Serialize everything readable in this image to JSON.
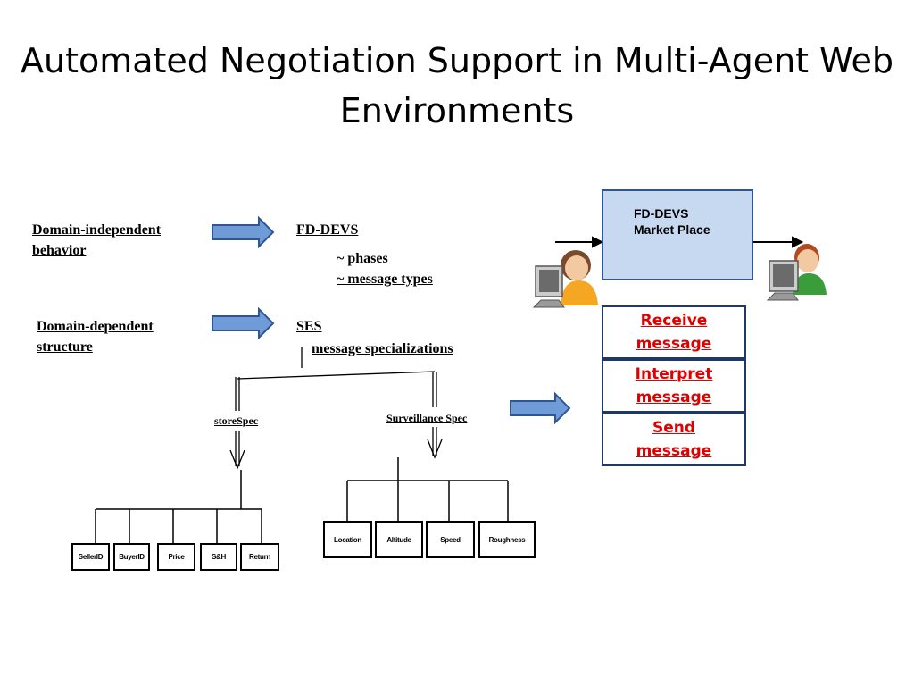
{
  "slide": {
    "title": "Automated  Negotiation Support in Multi-Agent Web Environments"
  },
  "left": {
    "domain_independent": "Domain-independent behavior",
    "domain_dependent": "Domain-dependent structure"
  },
  "middle": {
    "fddevs": "FD-DEVS",
    "phases": "~ phases",
    "message_types": "~ message types",
    "ses": "SES",
    "message_specializations": "message specializations"
  },
  "tree": {
    "store_spec": "storeSpec",
    "surveillance_spec": "Surveillance Spec",
    "store_leaves": [
      "SellerID",
      "BuyerID",
      "Price",
      "S&H",
      "Return"
    ],
    "surveillance_leaves": [
      "Location",
      "Altitude",
      "Speed",
      "Roughness"
    ]
  },
  "market": {
    "title": "FD-DEVS Market Place"
  },
  "messages": {
    "receive": "Receive message",
    "interpret": "Interpret message",
    "send": "Send message"
  },
  "colors": {
    "arrow_fill": "#6f9bd6",
    "arrow_stroke": "#2f5597",
    "market_fill": "#c6d9f1",
    "message_text": "#e00000"
  }
}
